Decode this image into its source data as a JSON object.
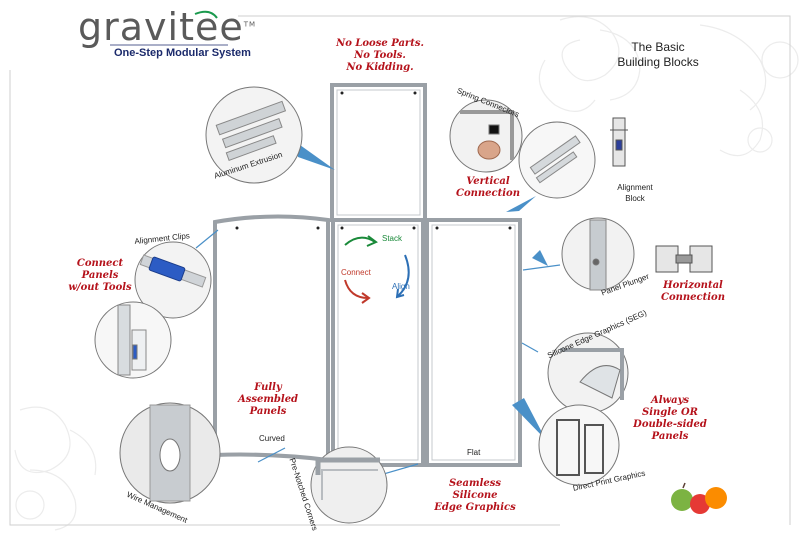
{
  "header": {
    "logo_text": "gravitee",
    "logo_tm": "TM",
    "tagline": "One-Step Modular System",
    "title_line1": "The Basic",
    "title_line2": "Building Blocks"
  },
  "callouts": {
    "no_loose": [
      "No Loose Parts.",
      "No Tools.",
      "No Kidding."
    ],
    "vertical": [
      "Vertical",
      "Connection"
    ],
    "connect_panels": [
      "Connect",
      "Panels",
      "w/out Tools"
    ],
    "horizontal": [
      "Horizontal",
      "Connection"
    ],
    "fully": [
      "Fully",
      "Assembled",
      "Panels"
    ],
    "always": [
      "Always",
      "Single OR",
      "Double-sided",
      "Panels"
    ],
    "seamless": [
      "Seamless",
      "Silicone",
      "Edge Graphics"
    ]
  },
  "labels": {
    "aluminum": "Aluminum Extrusion",
    "spring": "Spring Connectors",
    "alignment_block": [
      "Alignment",
      "Block"
    ],
    "alignment_clips": "Alignment Clips",
    "panel_plunger": "Panel Plunger",
    "seg": "Silicone Edge Graphics (SEG)",
    "curved": "Curved",
    "flat": "Flat",
    "wire": "Wire Management",
    "prenotched": "Pre-Notched Corners",
    "direct": "Direct Print Graphics"
  },
  "cycle": {
    "stack": "Stack",
    "connect": "Connect",
    "align": "Align"
  },
  "colors": {
    "accent_red": "#b5121b",
    "pointer_blue": "#4a90c8",
    "frame": "#9aa0a6",
    "tagline": "#1b2a6b"
  }
}
